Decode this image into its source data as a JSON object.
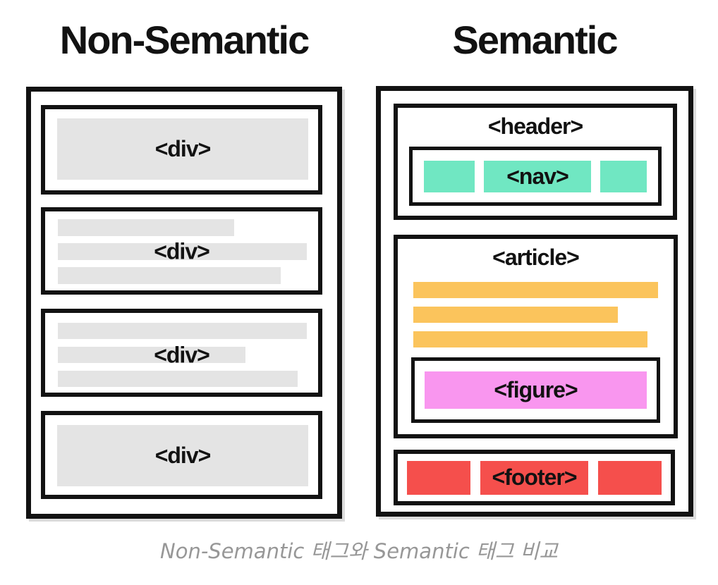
{
  "titles": {
    "left": "Non-Semantic",
    "right": "Semantic"
  },
  "non_semantic": {
    "blocks": [
      {
        "label": "<div>"
      },
      {
        "label": "<div>"
      },
      {
        "label": "<div>"
      },
      {
        "label": "<div>"
      }
    ]
  },
  "semantic": {
    "header_label": "<header>",
    "nav_label": "<nav>",
    "article_label": "<article>",
    "figure_label": "<figure>",
    "footer_label": "<footer>"
  },
  "caption": "Non-Semantic 태그와 Semantic 태그 비교",
  "colors": {
    "border-black": "#121212",
    "placeholder-gray": "#e4e4e4",
    "nav-green": "#70e7c2",
    "article-orange": "#fbc45c",
    "figure-pink": "#f996ef",
    "footer-red": "#f54f4c",
    "caption-gray": "#979797"
  }
}
